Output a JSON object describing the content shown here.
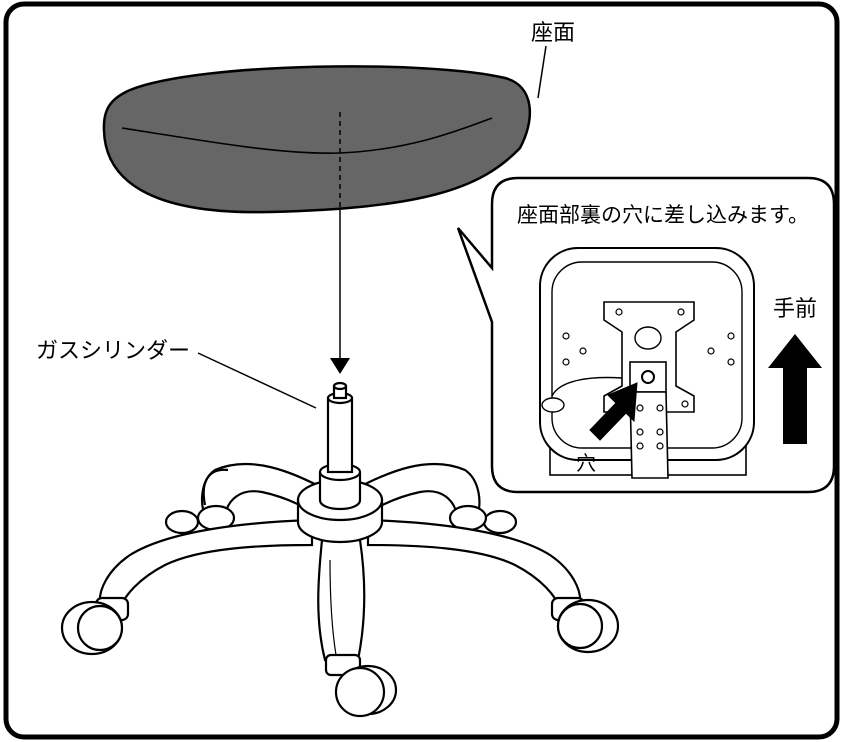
{
  "labels": {
    "seat": "座面",
    "gas_cylinder": "ガスシリンダー",
    "callout": "座面部裏の穴に差し込みます。",
    "front": "手前",
    "hole": "穴"
  },
  "colors": {
    "seat_fill": "#666666",
    "line": "#000000",
    "background": "#ffffff"
  },
  "icons": {
    "insert_arrow": "arrow-up-left",
    "front_arrow": "arrow-up"
  }
}
